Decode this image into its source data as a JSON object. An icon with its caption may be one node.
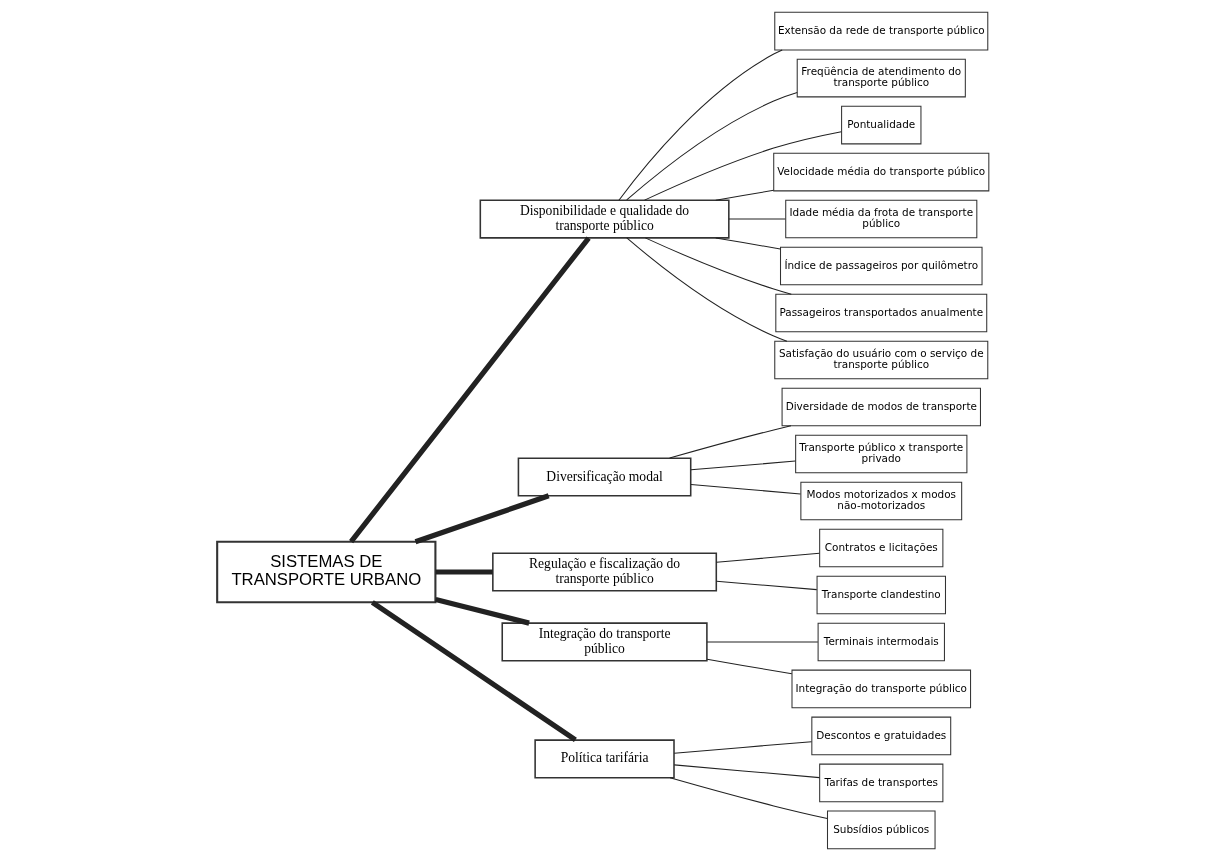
{
  "diagram": {
    "nodes": [
      {
        "text": [
          "SISTEMAS DE TRANSPORTE URBANO"
        ]
      },
      {
        "text": [
          "Disponibilidade e qualidade do transporte público"
        ]
      },
      {
        "text": [
          "Extensão da rede de transporte público"
        ]
      },
      {
        "text": [
          "Freqüência de atendimento do transporte público"
        ]
      },
      {
        "text": [
          "Pontualidade"
        ]
      },
      {
        "text": [
          "Velocidade média do transporte público"
        ]
      },
      {
        "text": [
          "Idade média da frota de transporte público"
        ]
      },
      {
        "text": [
          "Índice de passageiros por quilômetro"
        ]
      },
      {
        "text": [
          "Passageiros transportados anualmente"
        ]
      },
      {
        "text": [
          "Satisfação do usuário com o serviço de transporte público"
        ]
      },
      {
        "text": [
          "Diversificação modal"
        ]
      },
      {
        "text": [
          "Diversidade de modos de transporte"
        ]
      },
      {
        "text": [
          "Transporte público x transporte privado"
        ]
      },
      {
        "text": [
          "Modos motorizados x modos não-motorizados"
        ]
      },
      {
        "text": [
          "Regulação e fiscalização do transporte público"
        ]
      },
      {
        "text": [
          "Contratos e licitações"
        ]
      },
      {
        "text": [
          "Transporte clandestino"
        ]
      },
      {
        "text": [
          "Integração do transporte público"
        ]
      },
      {
        "text": [
          "Terminais intermodais"
        ]
      },
      {
        "text": [
          "Integração do transporte público"
        ]
      },
      {
        "text": [
          "Política tarifária"
        ]
      },
      {
        "text": [
          "Descontos e gratuidades"
        ]
      },
      {
        "text": [
          "Tarifas de transportes"
        ]
      },
      {
        "text": [
          "Subsídios públicos"
        ]
      }
    ],
    "edges": [
      {
        "from": 0,
        "to": 1,
        "arrow": "none",
        "style": "thick"
      },
      {
        "from": 1,
        "to": 2,
        "arrow": "none"
      },
      {
        "from": 1,
        "to": 3,
        "arrow": "none"
      },
      {
        "from": 1,
        "to": 4,
        "arrow": "none"
      },
      {
        "from": 1,
        "to": 5,
        "arrow": "none"
      },
      {
        "from": 1,
        "to": 6,
        "arrow": "none"
      },
      {
        "from": 1,
        "to": 7,
        "arrow": "none"
      },
      {
        "from": 1,
        "to": 8,
        "arrow": "none"
      },
      {
        "from": 1,
        "to": 9,
        "arrow": "none"
      },
      {
        "from": 0,
        "to": 10,
        "arrow": "none",
        "style": "thick"
      },
      {
        "from": 10,
        "to": 11,
        "arrow": "none"
      },
      {
        "from": 10,
        "to": 12,
        "arrow": "none"
      },
      {
        "from": 10,
        "to": 13,
        "arrow": "none"
      },
      {
        "from": 0,
        "to": 14,
        "arrow": "none",
        "style": "thick"
      },
      {
        "from": 14,
        "to": 15,
        "arrow": "none"
      },
      {
        "from": 14,
        "to": 16,
        "arrow": "none"
      },
      {
        "from": 0,
        "to": 17,
        "arrow": "none",
        "style": "thick"
      },
      {
        "from": 17,
        "to": 18,
        "arrow": "none"
      },
      {
        "from": 17,
        "to": 19,
        "arrow": "none"
      },
      {
        "from": 0,
        "to": 20,
        "arrow": "none",
        "style": "thick"
      },
      {
        "from": 20,
        "to": 21,
        "arrow": "none"
      },
      {
        "from": 20,
        "to": 22,
        "arrow": "none"
      },
      {
        "from": 20,
        "to": 23,
        "arrow": "none"
      }
    ]
  }
}
